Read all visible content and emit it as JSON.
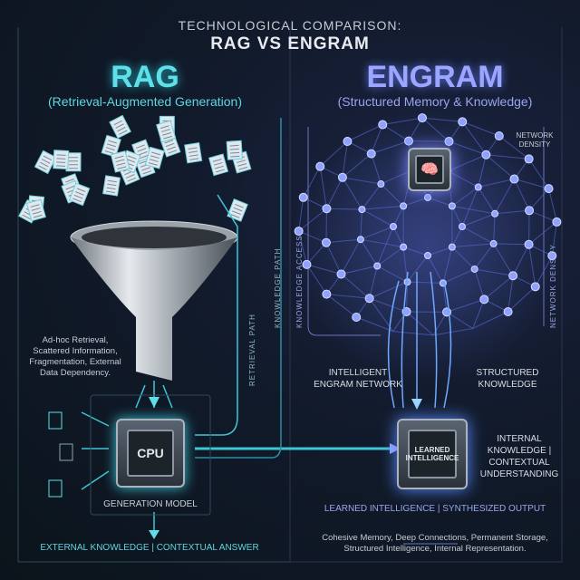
{
  "header": {
    "supertitle": "TECHNOLOGICAL COMPARISON:",
    "title": "RAG VS ENGRAM"
  },
  "rag": {
    "title": "RAG",
    "subtitle": "(Retrieval-Augmented Generation)",
    "description": "Ad-hoc Retrieval, Scattered Information, Fragmentation, External Data Dependency.",
    "chip_label": "CPU",
    "chip_caption": "GENERATION MODEL",
    "output": "EXTERNAL KNOWLEDGE | CONTEXTUAL ANSWER",
    "retrieval_path": "RETRIEVAL PATH",
    "knowledge_path": "KNOWLEDGE PATH",
    "accent": "#5fe0e8"
  },
  "engram": {
    "title": "ENGRAM",
    "subtitle": "(Structured Memory & Knowledge)",
    "network_density_top": "NETWORK DENSITY",
    "network_density_side": "NETWORK DENSITY",
    "knowledge_access": "KNOWLEDGE ACCESS",
    "left_label": "INTELLIGENT ENGRAM NETWORK",
    "right_label": "STRUCTURED KNOWLEDGE",
    "chip_label": "LEARNED INTELLIGENCE",
    "side_label": "INTERNAL KNOWLEDGE | CONTEXTUAL UNDERSTANDING",
    "output": "LEARNED INTELLIGENCE | SYNTHESIZED OUTPUT",
    "description": "Cohesive Memory, Deep Connections, Permanent Storage, Structured Intelligence, Internal Representation.",
    "accent": "#9aa6ff"
  }
}
